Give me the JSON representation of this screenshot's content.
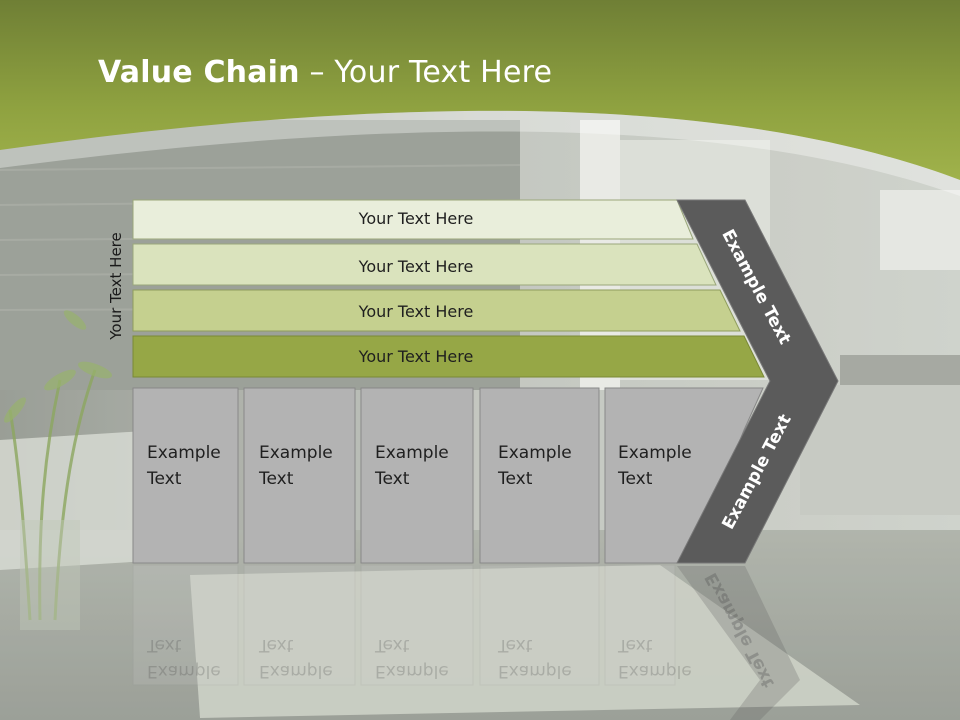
{
  "slide": {
    "title_bold": "Value Chain",
    "title_rest": " – Your Text Here",
    "side_label": "Your Text Here"
  },
  "bands": [
    {
      "label": "Your Text Here",
      "color": "#e9eedb"
    },
    {
      "label": "Your Text Here",
      "color": "#dae3bd"
    },
    {
      "label": "Your Text Here",
      "color": "#c5d08f"
    },
    {
      "label": "Your Text Here",
      "color": "#96a746"
    }
  ],
  "boxes": [
    {
      "line1": "Example",
      "line2": "Text"
    },
    {
      "line1": "Example",
      "line2": "Text"
    },
    {
      "line1": "Example",
      "line2": "Text"
    },
    {
      "line1": "Example",
      "line2": "Text"
    },
    {
      "line1": "Example",
      "line2": "Text"
    }
  ],
  "chevron": {
    "upper_label": "Example Text",
    "lower_label": "Example Text",
    "color": "#5b5b5b"
  },
  "colors": {
    "header_green": "#8ea33e",
    "box_gray": "#b3b3b3"
  }
}
